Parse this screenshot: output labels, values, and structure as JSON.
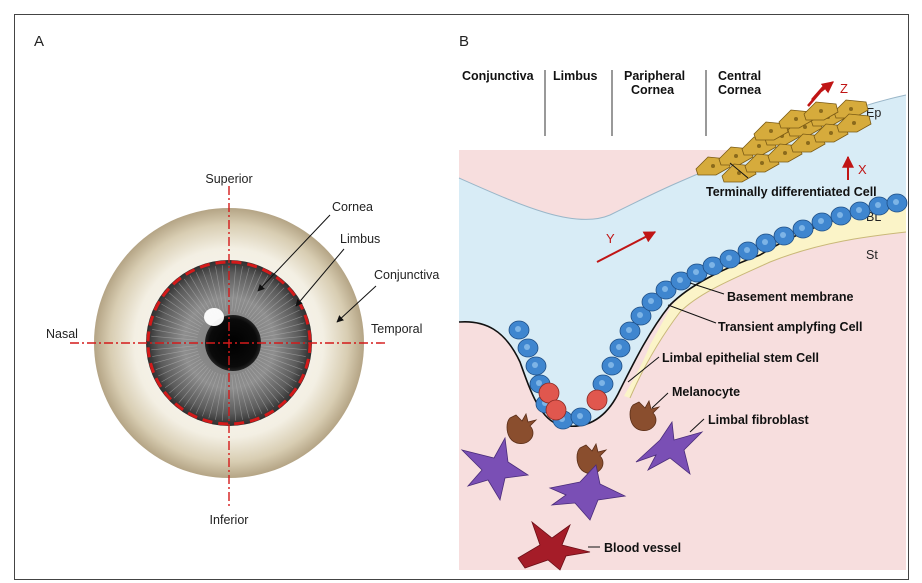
{
  "panel_a": {
    "letter": "A",
    "labels": {
      "superior": "Superior",
      "inferior": "Inferior",
      "nasal": "Nasal",
      "temporal": "Temporal",
      "cornea": "Cornea",
      "limbus": "Limbus",
      "conjunctiva": "Conjunctiva"
    }
  },
  "panel_b": {
    "letter": "B",
    "regions": {
      "conjunctiva": "Conjunctiva",
      "limbus": "Limbus",
      "peripheral_line1": "Paripheral",
      "peripheral_line2": "Cornea",
      "central_line1": "Central",
      "central_line2": "Cornea"
    },
    "layers": {
      "ep": "Ep",
      "bl": "BL",
      "st": "St"
    },
    "axes": {
      "x": "X",
      "y": "Y",
      "z": "Z"
    },
    "cells": {
      "terminal": "Terminally differentiated Cell",
      "basement": "Basement membrane",
      "transient": "Transient amplyfing Cell",
      "stem": "Limbal epithelial stem Cell",
      "melanocyte": "Melanocyte",
      "fibroblast": "Limbal fibroblast",
      "blood": "Blood vessel"
    },
    "colors": {
      "epithelium": "#d8ecf6",
      "stroma": "#f7dede",
      "basement_layer": "#fbf4c8",
      "basal_cell": "#3f86cf",
      "stem_cell": "#e0574e",
      "terminal_cell": "#d6ab3c",
      "melanocyte": "#8a4e2e",
      "fibroblast": "#7a4fb5",
      "blood_vessel": "#a51c28",
      "axis_arrow": "#c01515"
    }
  }
}
